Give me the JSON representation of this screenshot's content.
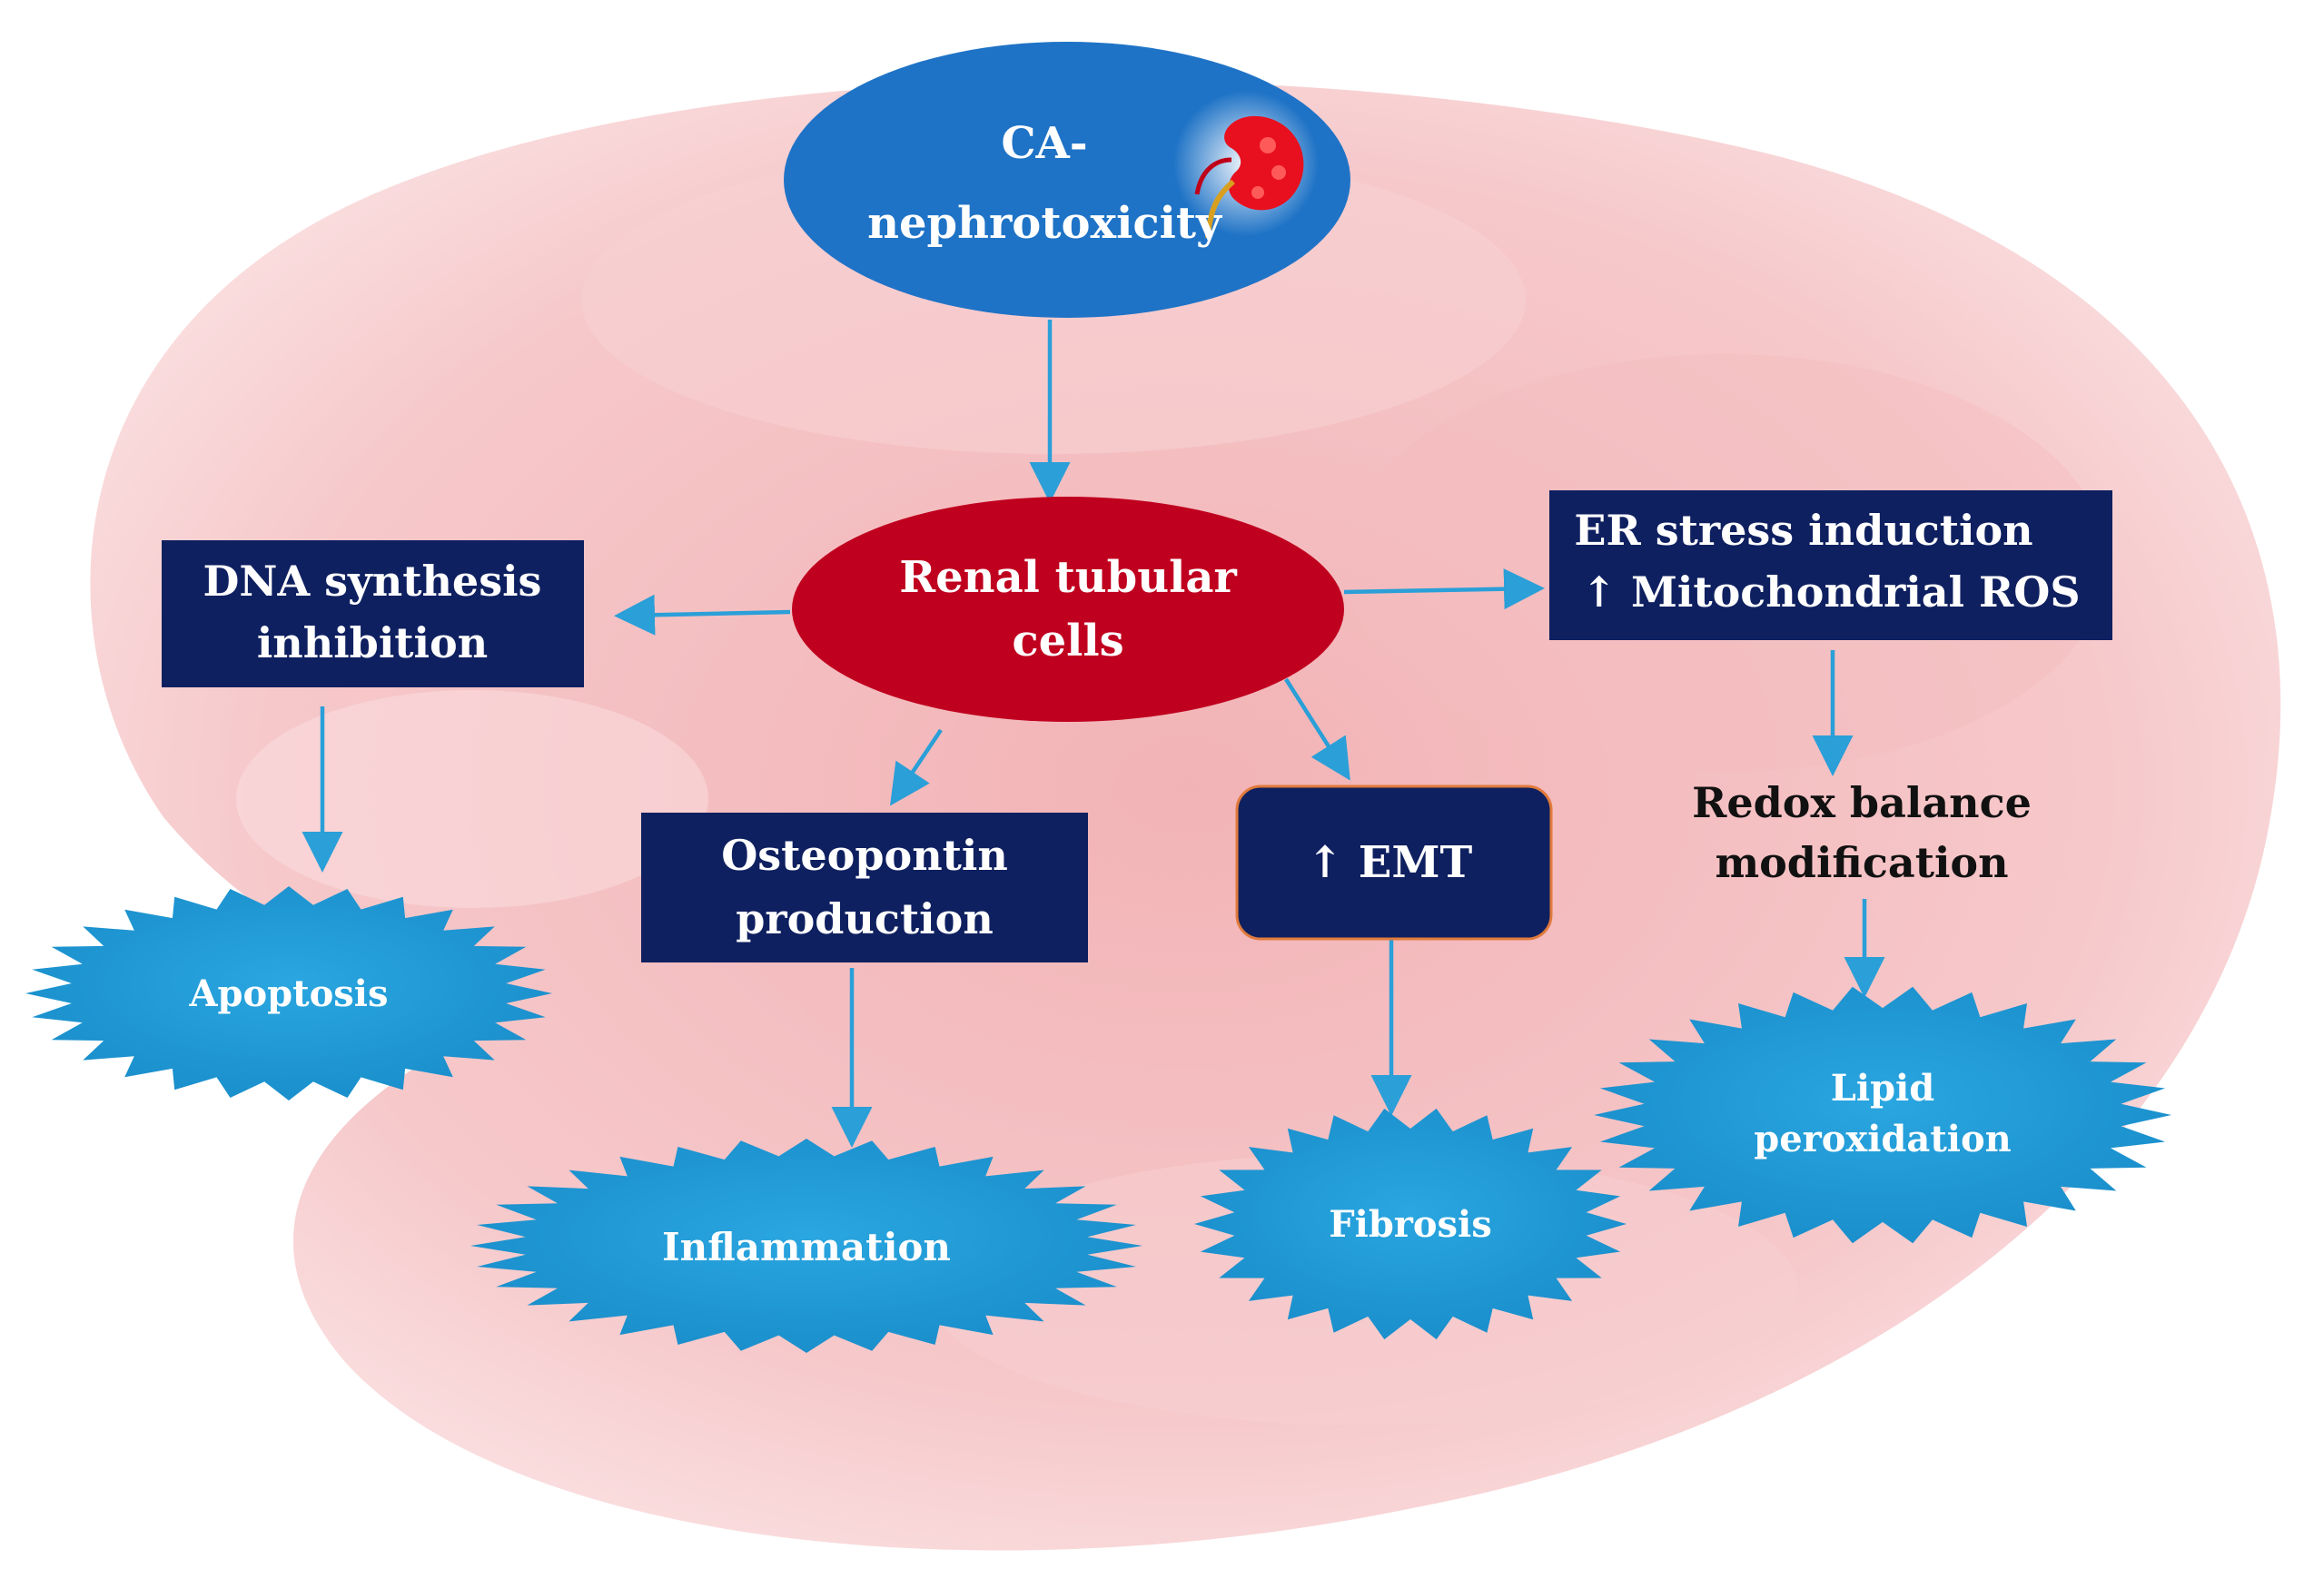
{
  "colors": {
    "background_shape": "#f6c4c6",
    "top_ellipse": "#1f73c6",
    "center_ellipse": "#c0001f",
    "box": "#0f2060",
    "burst": "#1e9bd6",
    "arrow": "#2a9fd8",
    "emt_border": "#e07a3c"
  },
  "nodes": {
    "top": {
      "line1": "CA-",
      "line2": "nephrotoxicity",
      "icon": "kidney-icon"
    },
    "center": {
      "line1": "Renal tubular",
      "line2": "cells"
    },
    "dna": {
      "line1": "DNA synthesis",
      "line2": "inhibition"
    },
    "er": {
      "line1": "ER stress induction",
      "line2": "↑ Mitochondrial ROS"
    },
    "osteo": {
      "line1": "Osteopontin",
      "line2": "production"
    },
    "emt": {
      "label": "↑ EMT"
    },
    "redox": {
      "line1": "Redox balance",
      "line2": "modification"
    },
    "apoptosis": {
      "label": "Apoptosis"
    },
    "inflammation": {
      "label": "Inflammation"
    },
    "fibrosis": {
      "label": "Fibrosis"
    },
    "lipid": {
      "line1": "Lipid",
      "line2": "peroxidation"
    }
  }
}
